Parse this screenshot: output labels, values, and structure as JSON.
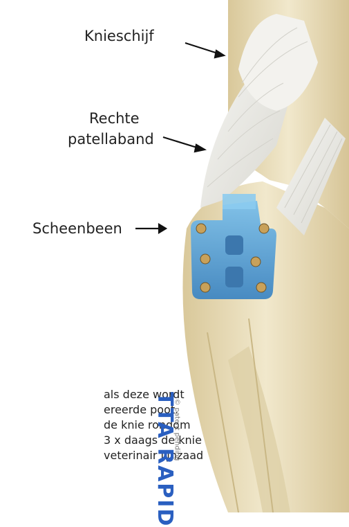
{
  "labels": {
    "kneecap": "Knieschijf",
    "ligament_line1": "Rechte",
    "ligament_line2": "patellaband",
    "tibia": "Scheenbeen"
  },
  "paragraph": [
    "als deze wordt",
    "ereerde poot.",
    "de knie rondom",
    "3 x daags de knie",
    "veterinair lijnzaad"
  ],
  "brand": {
    "patent": "© patent pending",
    "logo": "TTA RAPID"
  },
  "colors": {
    "bone": "#e8dcb8",
    "ligament": "#ecebe6",
    "implant": "#5aa3d6",
    "logo": "#2a5fc0"
  }
}
